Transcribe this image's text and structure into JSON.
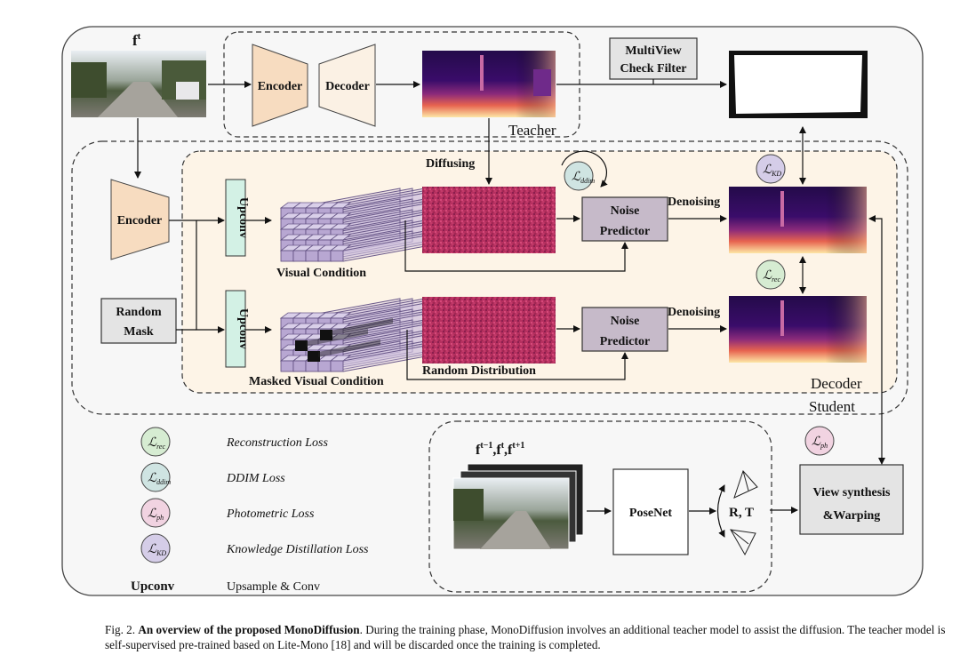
{
  "labels": {
    "frame_t": "f",
    "frame_t_sup": "t",
    "teacher_encoder": "Encoder",
    "teacher_decoder": "Decoder",
    "teacher": "Teacher",
    "multiview_line1": "MultiView",
    "multiview_line2": "Check Filter",
    "diffusing": "Diffusing",
    "student_encoder": "Encoder",
    "upconv": "Upconv",
    "visual_condition": "Visual Condition",
    "masked_visual_condition": "Masked Visual Condition",
    "random_distribution": "Random Distribution",
    "noise_line1": "Noise",
    "noise_line2": "Predictor",
    "denoising": "Denoising",
    "random_line1": "Random",
    "random_line2": "Mask",
    "decoder": "Decoder",
    "student": "Student",
    "frames_label": "f",
    "frames_sup": "t−1",
    "frames_comma": ",",
    "frames_t_sup": "t",
    "frames_sup3": "t+1",
    "posenet": "PoseNet",
    "rt": "R, T",
    "view_line1": "View synthesis",
    "view_line2": "&Warping"
  },
  "losses": {
    "kd": "KD",
    "ddim": "ddim",
    "rec": "rec",
    "ph": "ph",
    "L": "ℒ"
  },
  "legend": [
    {
      "sub": "rec",
      "text": "Reconstruction Loss",
      "color": "#d6ecd2"
    },
    {
      "sub": "ddim",
      "text": "DDIM Loss",
      "color": "#cfe4e2"
    },
    {
      "sub": "ph",
      "text": "Photometric Loss",
      "color": "#f1d3e1"
    },
    {
      "sub": "KD",
      "text": "Knowledge Distillation Loss",
      "color": "#d5cde8"
    }
  ],
  "legend_upconv": {
    "key": "Upconv",
    "text": "Upsample & Conv"
  },
  "caption": {
    "fig": "Fig. 2.",
    "title": "An overview of the proposed MonoDiffusion",
    "body": ". During the training phase, MonoDiffusion involves an additional teacher model to assist the diffusion. The teacher model is self-supervised pre-trained based on Lite-Mono [18] and will be discarded once the training is completed."
  },
  "colors": {
    "encoder_fill": "#f7dcc0",
    "decoder_fill": "#fbf1e4",
    "upconv_fill": "#d3f1e5",
    "noise_fill": "#c6bac9",
    "panel_fill": "#f7f7f7",
    "student_inner_fill": "#fdf4e7",
    "box_gray": "#e4e4e4"
  }
}
